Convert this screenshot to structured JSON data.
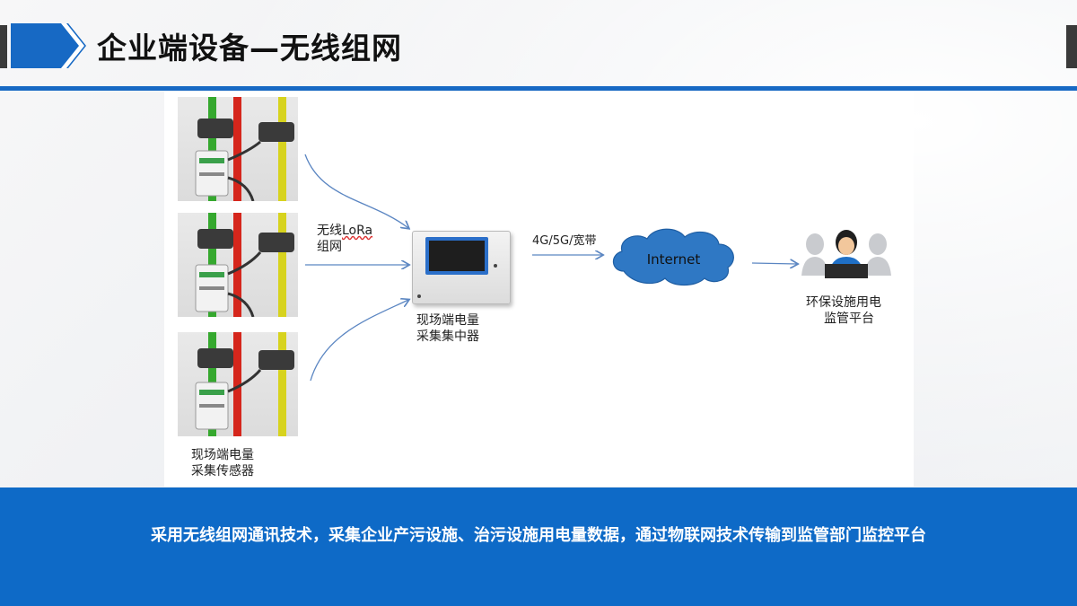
{
  "header": {
    "title": "企业端设备—无线组网"
  },
  "diagram": {
    "lora_prefix": "无线",
    "lora_word": "LoRa",
    "lora_suffix": "组网",
    "collector_line1": "现场端电量",
    "collector_line2": "采集集中器",
    "bandwidth": "4G/5G/宽带",
    "internet": "Internet",
    "platform_line1": "环保设施用电",
    "platform_line2": "监管平台",
    "sensor_line1": "现场端电量",
    "sensor_line2": "采集传感器",
    "arrow_color": "#5b86c2",
    "cable_colors": [
      "#35a82e",
      "#d5261c",
      "#d7d31e"
    ]
  },
  "banner": {
    "text": "采用无线组网通讯技术，采集企业产污设施、治污设施用电量数据，通过物联网技术传输到监管部门监控平台",
    "color": "#0e6ac7"
  },
  "theme": {
    "accent": "#1769c4",
    "screen_border": "#2b6fc9",
    "cloud_fill": "#2f78c4"
  }
}
